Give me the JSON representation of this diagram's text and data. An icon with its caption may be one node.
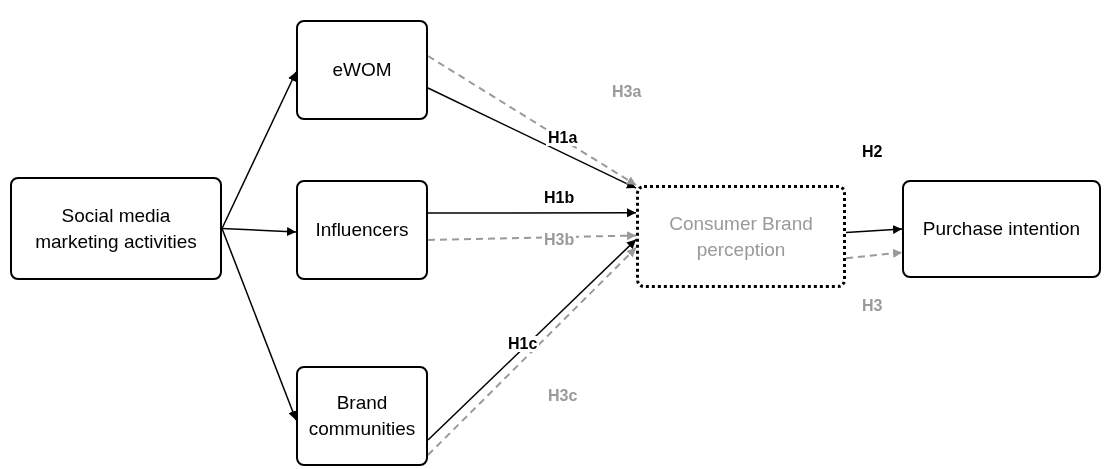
{
  "diagram": {
    "nodes": [
      {
        "text": [
          "Social media marketing activities"
        ]
      },
      {
        "text": [
          "eWOM"
        ]
      },
      {
        "text": [
          "Influencers"
        ]
      },
      {
        "text": [
          "Brand communities"
        ]
      },
      {
        "text": [
          "Consumer Brand perception"
        ]
      },
      {
        "text": [
          "Purchase intention"
        ]
      }
    ],
    "edges": [
      {
        "from": 0,
        "to": 1,
        "arrow": "to"
      },
      {
        "from": 0,
        "to": 2,
        "arrow": "to"
      },
      {
        "from": 0,
        "to": 3,
        "arrow": "to"
      },
      {
        "from": 1,
        "to": 4,
        "arrow": "to",
        "label": "H1a"
      },
      {
        "from": 1,
        "to": 4,
        "arrow": "to",
        "label": "H3a",
        "style": "dashed",
        "color": "#9a9a9a"
      },
      {
        "from": 2,
        "to": 4,
        "arrow": "to",
        "label": "H1b"
      },
      {
        "from": 2,
        "to": 4,
        "arrow": "to",
        "label": "H3b",
        "style": "dashed",
        "color": "#9a9a9a"
      },
      {
        "from": 3,
        "to": 4,
        "arrow": "to",
        "label": "H1c"
      },
      {
        "from": 3,
        "to": 4,
        "arrow": "to",
        "label": "H3c",
        "style": "dashed",
        "color": "#9a9a9a"
      },
      {
        "from": 4,
        "to": 5,
        "arrow": "to",
        "label": "H2"
      },
      {
        "from": 4,
        "to": 5,
        "arrow": "to",
        "label": "H3",
        "style": "dashed",
        "color": "#9a9a9a"
      }
    ]
  }
}
